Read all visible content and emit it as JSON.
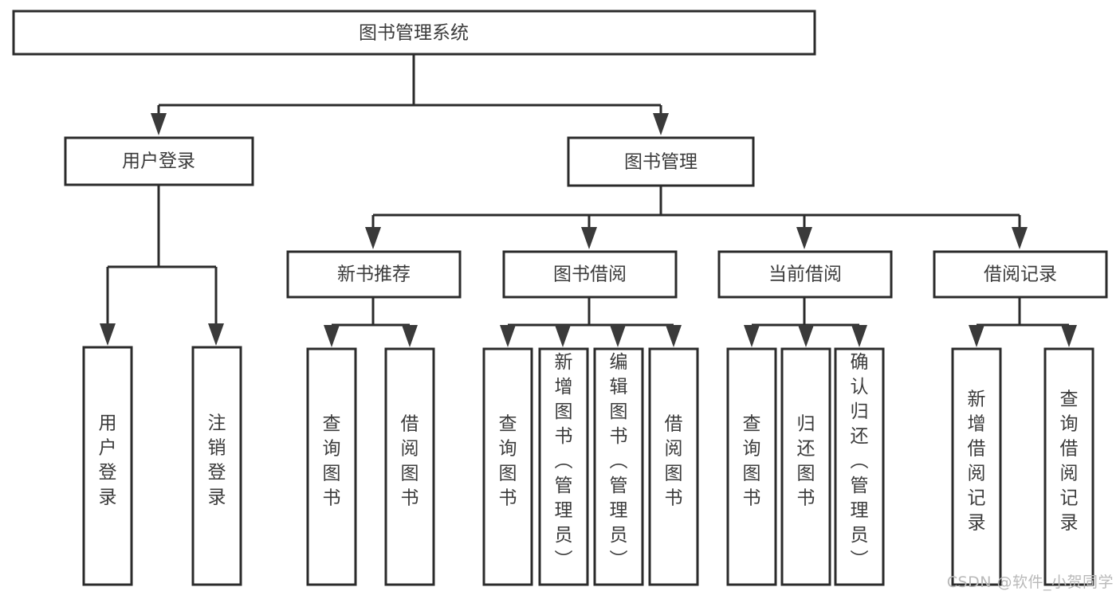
{
  "diagram": {
    "type": "tree-hierarchy",
    "title": "图书管理系统",
    "watermark": "CSDN @软件_小贺同学",
    "colors": {
      "box_stroke": "#2b2b2b",
      "box_fill": "#ffffff",
      "text": "#3b3b3b",
      "connector": "#2b2b2b",
      "arrow": "#3a3a3a",
      "watermark": "#b9b9b9",
      "background": "#ffffff"
    },
    "root": {
      "label": "图书管理系统"
    },
    "level2": [
      {
        "label": "用户登录"
      },
      {
        "label": "图书管理"
      }
    ],
    "level3": [
      {
        "label": "新书推荐"
      },
      {
        "label": "图书借阅"
      },
      {
        "label": "当前借阅"
      },
      {
        "label": "借阅记录"
      }
    ],
    "leaves": {
      "user_login": [
        {
          "label": "用户登录"
        },
        {
          "label": "注销登录"
        }
      ],
      "new_book_recommend": [
        {
          "label": "查询图书"
        },
        {
          "label": "借阅图书"
        }
      ],
      "book_borrow": [
        {
          "label": "查询图书"
        },
        {
          "label": "新增图书（管理员）"
        },
        {
          "label": "编辑图书（管理员）"
        },
        {
          "label": "借阅图书"
        }
      ],
      "current_borrow": [
        {
          "label": "查询图书"
        },
        {
          "label": "归还图书"
        },
        {
          "label": "确认归还（管理员）"
        }
      ],
      "borrow_record": [
        {
          "label": "新增借阅记录"
        },
        {
          "label": "查询借阅记录"
        }
      ]
    }
  }
}
